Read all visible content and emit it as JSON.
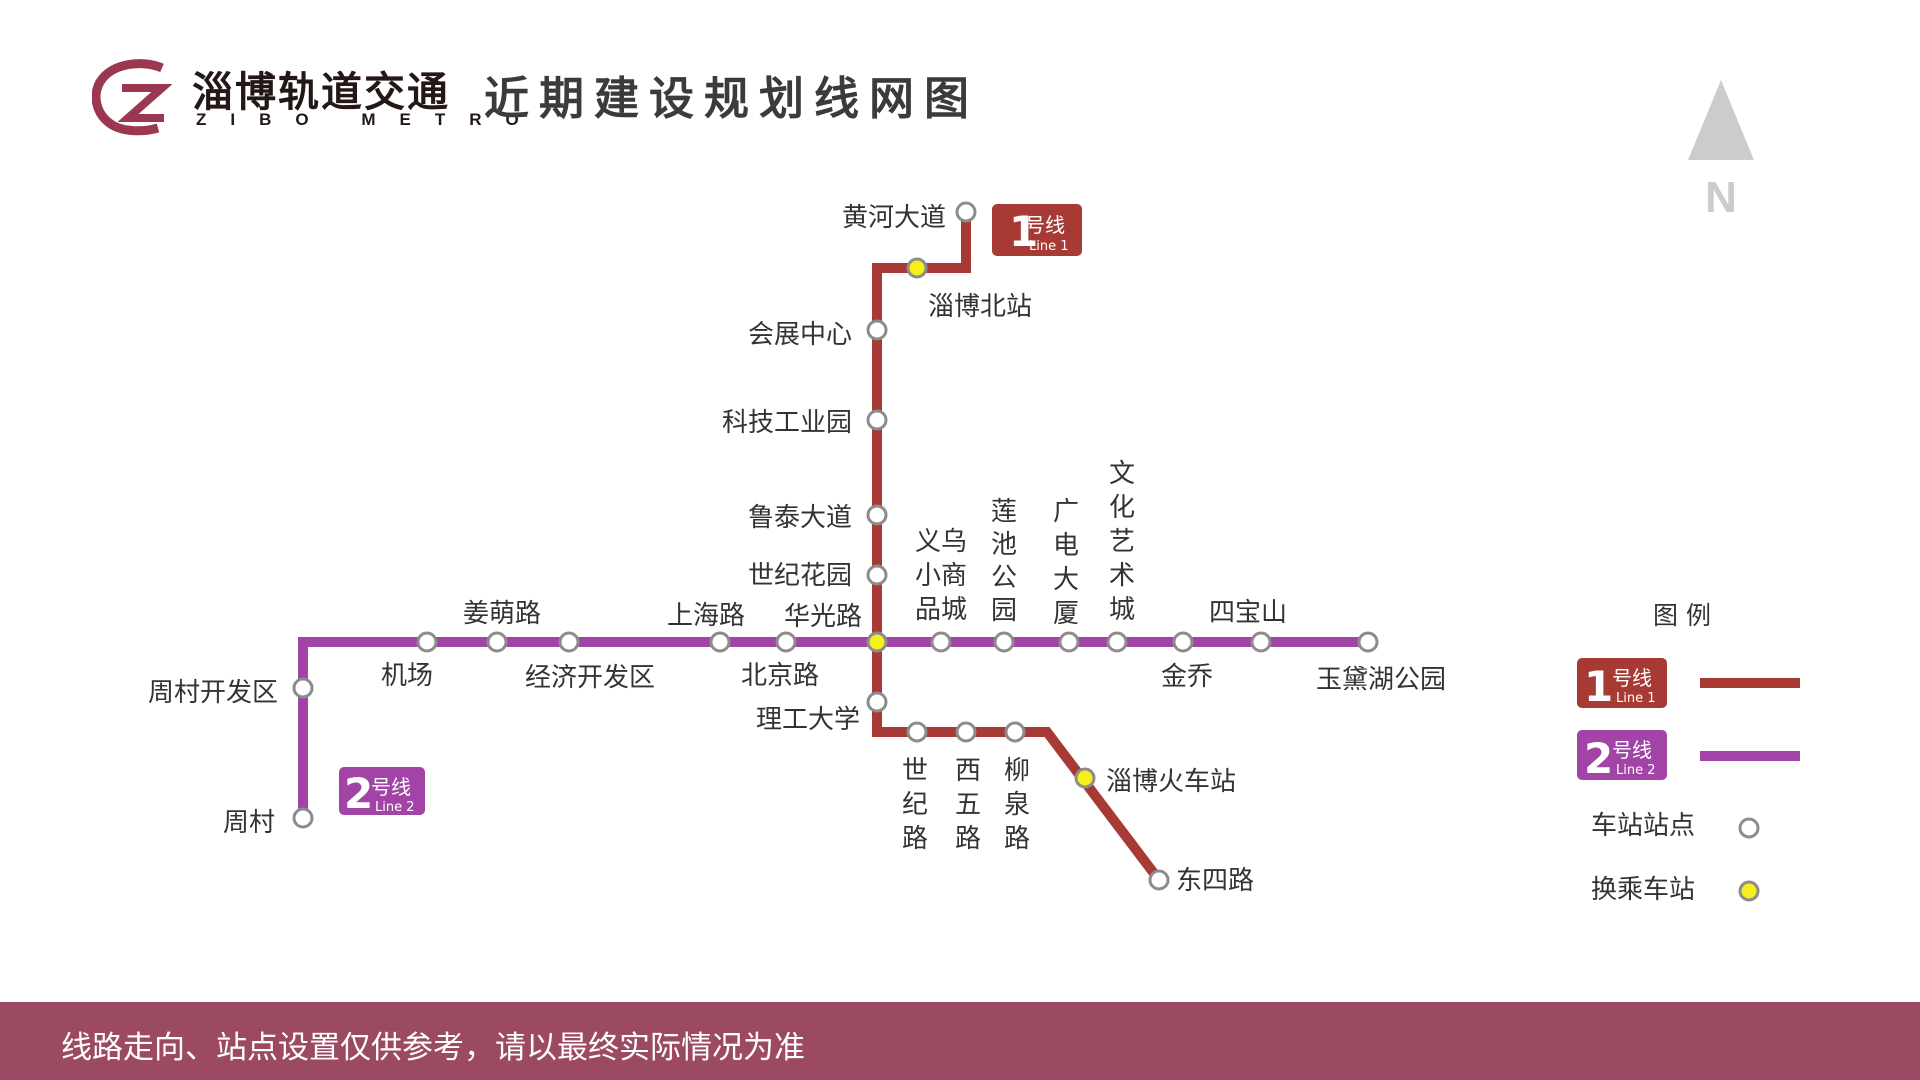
{
  "header": {
    "brand_cn": "淄博轨道交通",
    "brand_en": "ZIBO METRO",
    "title": "近期建设规划线网图"
  },
  "compass": {
    "label": "N"
  },
  "colors": {
    "line1": "#a83a35",
    "line2": "#a244a6",
    "station_fill": "#ffffff",
    "station_stroke": "#8c8c8c",
    "transfer_fill": "#f5ef1c",
    "footer_bg": "#9b4a61",
    "brand": "#9b3750"
  },
  "lines": {
    "line1": {
      "number": "1",
      "suffix": "号线",
      "en": "Line 1"
    },
    "line2": {
      "number": "2",
      "suffix": "号线",
      "en": "Line 2"
    }
  },
  "stations": {
    "huanghe_dadao": "黄河大道",
    "zibo_beizhan": "淄博北站",
    "huizhan_zhongxin": "会展中心",
    "keji_gongyeyuan": "科技工业园",
    "lutai_dadao": "鲁泰大道",
    "shiji_huayuan": "世纪花园",
    "ligong_daxue": "理工大学",
    "shiji_lu": "世纪路",
    "xiwu_lu": "西五路",
    "liuquan_lu": "柳泉路",
    "zibo_huochezhan": "淄博火车站",
    "dongsi_lu": "东四路",
    "zhoucun": "周村",
    "zhoucun_kaifaqu": "周村开发区",
    "jichang": "机场",
    "jiangmeng_lu": "姜萌路",
    "jingji_kaifaqu": "经济开发区",
    "shanghai_lu": "上海路",
    "beijing_lu": "北京路",
    "huaguang_lu": "华光路",
    "yiwu_xiaoshangpincheng": "义乌小商品城",
    "lianchi_gongyuan": "莲池公园",
    "guangdian_dasha": "广电大厦",
    "wenhua_yishucheng": "文化艺术城",
    "jinqiao": "金乔",
    "sibaoshan": "四宝山",
    "yudaihu_gongyuan": "玉黛湖公园"
  },
  "legend": {
    "title": "图 例",
    "station_label": "车站站点",
    "transfer_label": "换乘车站"
  },
  "footer": {
    "note": "线路走向、站点设置仅供参考，请以最终实际情况为准"
  }
}
